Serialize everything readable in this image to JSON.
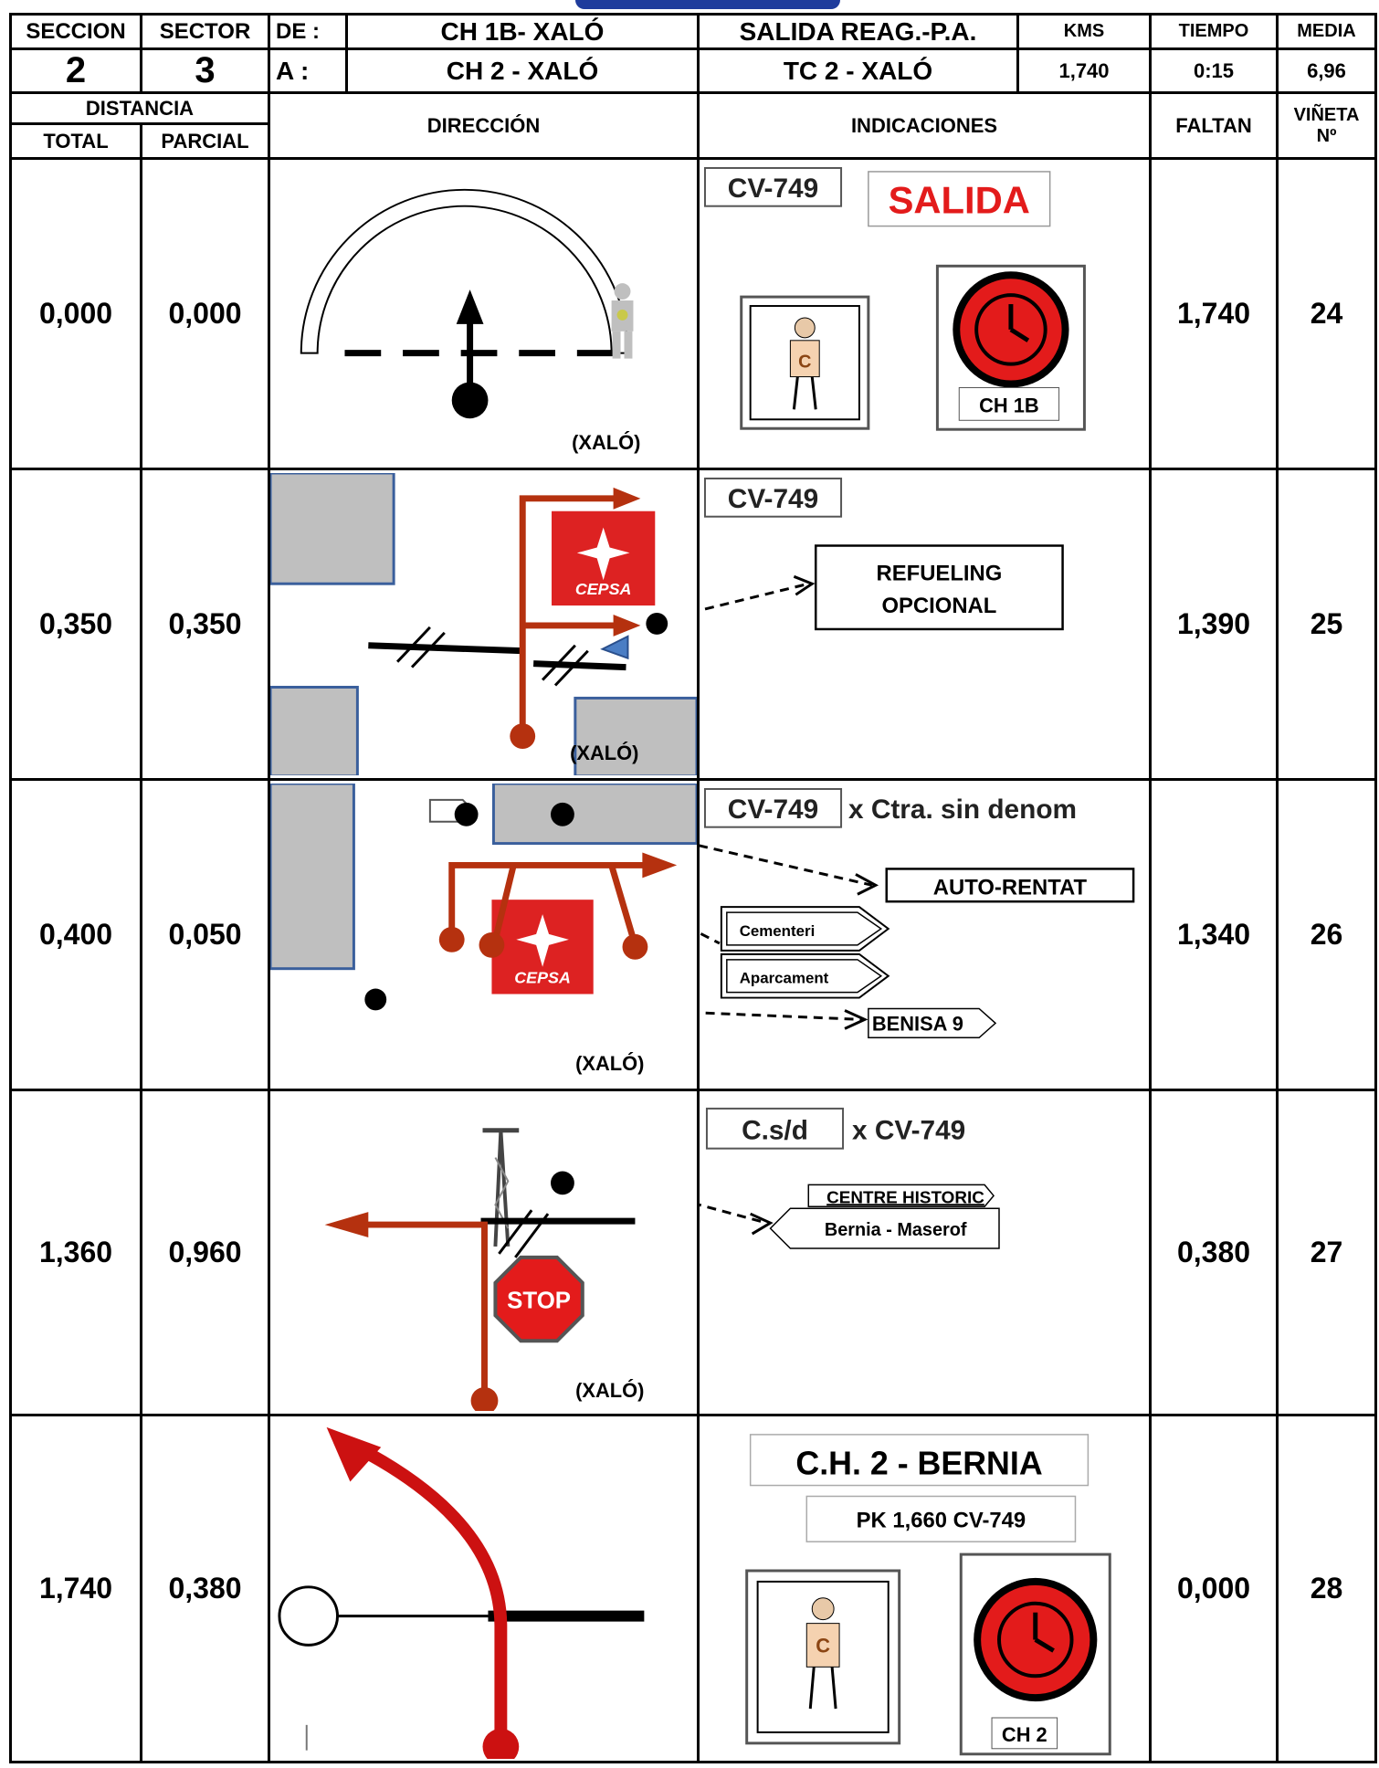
{
  "header": {
    "seccion_label": "SECCION",
    "sector_label": "SECTOR",
    "de_label": "DE :",
    "de_value": "CH 1B- XALÓ",
    "salida_label": "SALIDA REAG.-P.A.",
    "kms_label": "KMS",
    "tiempo_label": "TIEMPO",
    "media_label": "MEDIA",
    "seccion_value": "2",
    "sector_value": "3",
    "a_label": "A :",
    "a_value": "CH 2 - XALÓ",
    "tc_value": "TC 2 - XALÓ",
    "kms_value": "1,740",
    "tiempo_value": "0:15",
    "media_value": "6,96",
    "distancia_label": "DISTANCIA",
    "total_label": "TOTAL",
    "parcial_label": "PARCIAL",
    "direccion_label": "DIRECCIÓN",
    "indicaciones_label": "INDICACIONES",
    "faltan_label": "FALTAN",
    "vineta_label": "VIÑETA",
    "vineta_no": "Nº"
  },
  "rows": [
    {
      "total": "0,000",
      "parcial": "0,000",
      "faltan": "1,740",
      "vineta": "24",
      "place": "(XALÓ)",
      "road": "CV-749",
      "title": "SALIDA",
      "chip": "CH 1B",
      "ctrl_letter": "C"
    },
    {
      "total": "0,350",
      "parcial": "0,350",
      "faltan": "1,390",
      "vineta": "25",
      "place": "(XALÓ)",
      "road": "CV-749",
      "brand": "CEPSA",
      "note_1": "REFUELING",
      "note_2": "OPCIONAL"
    },
    {
      "total": "0,400",
      "parcial": "0,050",
      "faltan": "1,340",
      "vineta": "26",
      "place": "(XALÓ)",
      "road": "CV-749",
      "road_suffix": "x Ctra. sin denom",
      "brand": "CEPSA",
      "sign_1": "AUTO-RENTAT",
      "sign_2": "Cementeri",
      "sign_3": "Aparcament",
      "sign_4": "BENISA 9"
    },
    {
      "total": "1,360",
      "parcial": "0,960",
      "faltan": "0,380",
      "vineta": "27",
      "place": "(XALÓ)",
      "road": "C.s/d",
      "road_suffix": "x CV-749",
      "stop": "STOP",
      "sign_1": "CENTRE HISTORIC",
      "sign_2": "Bernia - Maserof"
    },
    {
      "total": "1,740",
      "parcial": "0,380",
      "faltan": "0,000",
      "vineta": "28",
      "title": "C.H. 2 - BERNIA",
      "pk": "PK  1,660 CV-749",
      "chip": "CH 2",
      "ctrl_letter": "C"
    }
  ],
  "colors": {
    "route_red": "#b5310f",
    "signal_red": "#e31b1b",
    "block_gray": "#bfbfbf",
    "block_border": "#3a5f9c",
    "cepsa_red": "#dd2222",
    "header_blue": "#1f3c9c"
  }
}
